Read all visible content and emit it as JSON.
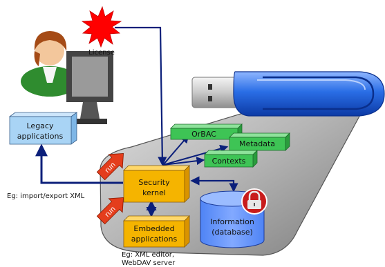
{
  "nodes": {
    "license": "License",
    "legacy_line1": "Legacy",
    "legacy_line2": "applications",
    "orbac": "OrBAC",
    "metadata": "Metadata",
    "contexts": "Contexts",
    "security_line1": "Security",
    "security_line2": "kernel",
    "embedded_line1": "Embedded",
    "embedded_line2": "applications",
    "information_line1": "Information",
    "information_line2": "(database)"
  },
  "badges": {
    "run_top": "run",
    "run_bottom": "run"
  },
  "annotations": {
    "import_export": "Eg: import/export XML",
    "xml_editor_line1": "Eg: XML editor,",
    "xml_editor_line2": "WebDAV server"
  },
  "colors": {
    "kernel_box": "#f5b400",
    "context_box": "#3ec455",
    "legacy_box": "#a9d4f5",
    "database": "#6a9cff",
    "arrow": "#0b1f7a",
    "run_badge": "#e43d1c",
    "license_star": "#ff0000",
    "usb_body": "#2a6ee6",
    "usb_tail": "#b5b5b5"
  },
  "icons": [
    "user-at-computer-icon",
    "license-star-icon",
    "usb-key-icon",
    "lock-icon",
    "run-badge-icon"
  ]
}
